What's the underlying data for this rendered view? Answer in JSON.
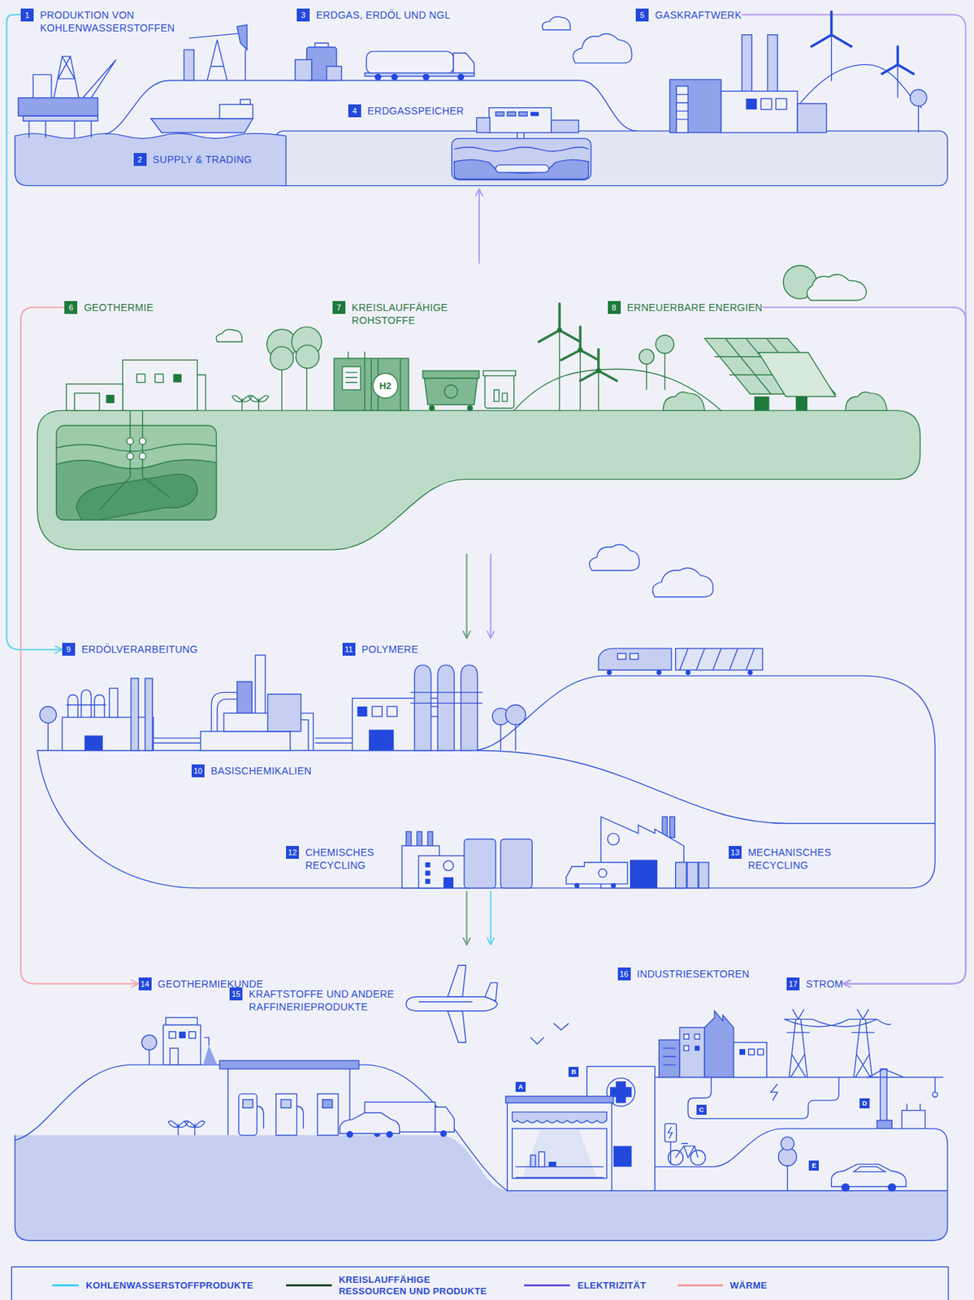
{
  "diagram": {
    "nodes": [
      {
        "text": []
      },
      {
        "text": [
          "1",
          "PRODUKTION VON KOHLENWASSERSTOFFEN"
        ],
        "in": 0
      },
      {
        "text": [
          "2",
          "SUPPLY & TRADING"
        ],
        "in": 0
      },
      {
        "text": [
          "3",
          "ERDGAS, ERDÖL UND NGL"
        ],
        "in": 0
      },
      {
        "text": [
          "4",
          "ERDGASSPEICHER"
        ],
        "in": 0
      },
      {
        "text": [
          "5",
          "GASKRAFTWERK"
        ],
        "in": 0
      },
      {
        "text": []
      },
      {
        "text": [
          "6",
          "GEOTHERMIE"
        ],
        "in": 6
      },
      {
        "text": [
          "7",
          "KREISLAUFFÄHIGE ROHSTOFFE"
        ],
        "in": 6
      },
      {
        "text": [
          "8",
          "ERNEUERBARE ENERGIEN"
        ],
        "in": 6
      },
      {
        "text": []
      },
      {
        "text": [
          "9",
          "ERDÖLVERARBEITUNG"
        ],
        "in": 10
      },
      {
        "text": [
          "10",
          "BASISCHEMIKALIEN"
        ],
        "in": 10
      },
      {
        "text": [
          "11",
          "POLYMERE"
        ],
        "in": 10
      },
      {
        "text": [
          "12",
          "CHEMISCHES RECYCLING"
        ],
        "in": 10
      },
      {
        "text": [
          "13",
          "MECHANISCHES RECYCLING"
        ],
        "in": 10
      },
      {
        "text": []
      },
      {
        "text": [
          "14",
          "GEOTHERMIEKUNDE"
        ],
        "in": 16
      },
      {
        "text": [
          "15",
          "KRAFTSTOFFE UND ANDERE RAFFINERIEPRODUKTE"
        ],
        "in": 16
      },
      {
        "text": [
          "16",
          "INDUSTRIESEKTOREN"
        ],
        "in": 16
      },
      {
        "text": [
          "17",
          "STROM"
        ],
        "in": 16
      }
    ],
    "edges": [
      {
        "from": 1,
        "to": 11,
        "arrow": "to"
      },
      {
        "from": 7,
        "to": 17,
        "arrow": "to"
      },
      {
        "from": 5,
        "to": 20,
        "arrow": "to"
      },
      {
        "from": 9,
        "to": 20,
        "arrow": "to"
      },
      {
        "from": 6,
        "to": 0,
        "arrow": "to"
      },
      {
        "from": 6,
        "to": 10,
        "arrow": "to"
      },
      {
        "from": 6,
        "to": 10,
        "arrow": "to"
      },
      {
        "from": 10,
        "to": 16,
        "arrow": "to"
      },
      {
        "from": 10,
        "to": 16,
        "arrow": "to"
      }
    ],
    "labels": [
      "H2",
      "A",
      "B",
      "C",
      "D",
      "E"
    ],
    "legend": [
      {
        "text": "KOHLENWASSERSTOFFPRODUKTE"
      },
      {
        "text": "KREISLAUFFÄHIGE RESSOURCEN UND PRODUKTE"
      },
      {
        "text": "ELEKTRIZITÄT"
      },
      {
        "text": "WÄRME"
      }
    ]
  }
}
